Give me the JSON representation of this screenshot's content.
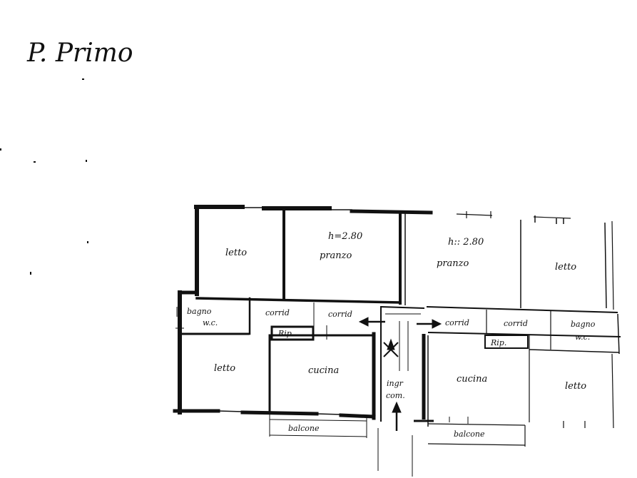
{
  "title": "P. Primo",
  "rooms": {
    "letto_top_left": "letto",
    "pranzo_left_h": "h=2.80",
    "pranzo_left": "pranzo",
    "pranzo_right_h": "h:: 2.80",
    "pranzo_right": "pranzo",
    "letto_top_right": "letto",
    "bagno_left": "bagno",
    "wc_left": "w.c.",
    "corrid_left_1": "corrid",
    "corrid_left_2": "corrid",
    "rip_left": "Rip.",
    "corrid_right_1": "corrid",
    "corrid_right_2": "corrid",
    "rip_right": "Rip.",
    "bagno_right": "bagno",
    "wc_right": "w.c.",
    "letto_bottom_left": "letto",
    "cucina_left": "cucina",
    "ingr": "ingr",
    "com": "com.",
    "cucina_right": "cucina",
    "letto_bottom_right": "letto",
    "balcone_left": "balcone",
    "balcone_right": "balcone"
  },
  "colors": {
    "ink": "#111111",
    "paper": "#ffffff"
  }
}
